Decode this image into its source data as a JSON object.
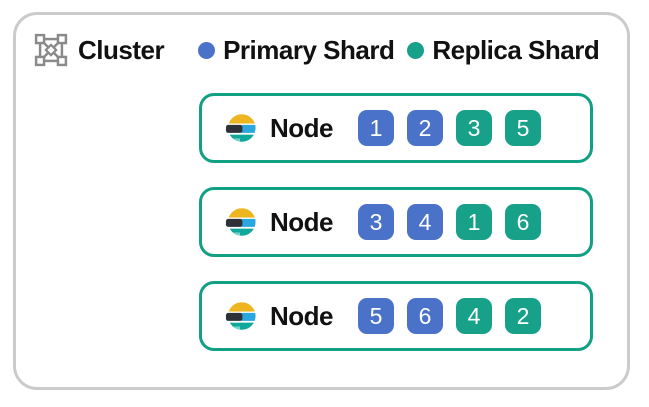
{
  "header": {
    "cluster_label": "Cluster",
    "legend": [
      {
        "label": "Primary Shard",
        "type": "primary"
      },
      {
        "label": "Replica Shard",
        "type": "replica"
      }
    ]
  },
  "nodes": [
    {
      "label": "Node",
      "shards": [
        {
          "number": "1",
          "type": "primary"
        },
        {
          "number": "2",
          "type": "primary"
        },
        {
          "number": "3",
          "type": "replica"
        },
        {
          "number": "5",
          "type": "replica"
        }
      ]
    },
    {
      "label": "Node",
      "shards": [
        {
          "number": "3",
          "type": "primary"
        },
        {
          "number": "4",
          "type": "primary"
        },
        {
          "number": "1",
          "type": "replica"
        },
        {
          "number": "6",
          "type": "replica"
        }
      ]
    },
    {
      "label": "Node",
      "shards": [
        {
          "number": "5",
          "type": "primary"
        },
        {
          "number": "6",
          "type": "primary"
        },
        {
          "number": "4",
          "type": "replica"
        },
        {
          "number": "2",
          "type": "replica"
        }
      ]
    }
  ],
  "icons": {
    "cluster": "cluster-network-icon",
    "node": "elasticsearch-logo-icon",
    "legend_primary": "primary-shard-dot-icon",
    "legend_replica": "replica-shard-dot-icon"
  },
  "colors": {
    "primary_shard": "#4A72C8",
    "replica_shard": "#18A189",
    "node_border": "#12A085",
    "frame_border": "#CBCBCB",
    "cluster_icon_gray": "#8A8A8A",
    "es_yellow": "#EDB51F",
    "es_black": "#2E3238",
    "es_blue": "#2BA7DF",
    "es_teal": "#0FA89B",
    "es_light_teal": "#74D6CC"
  }
}
